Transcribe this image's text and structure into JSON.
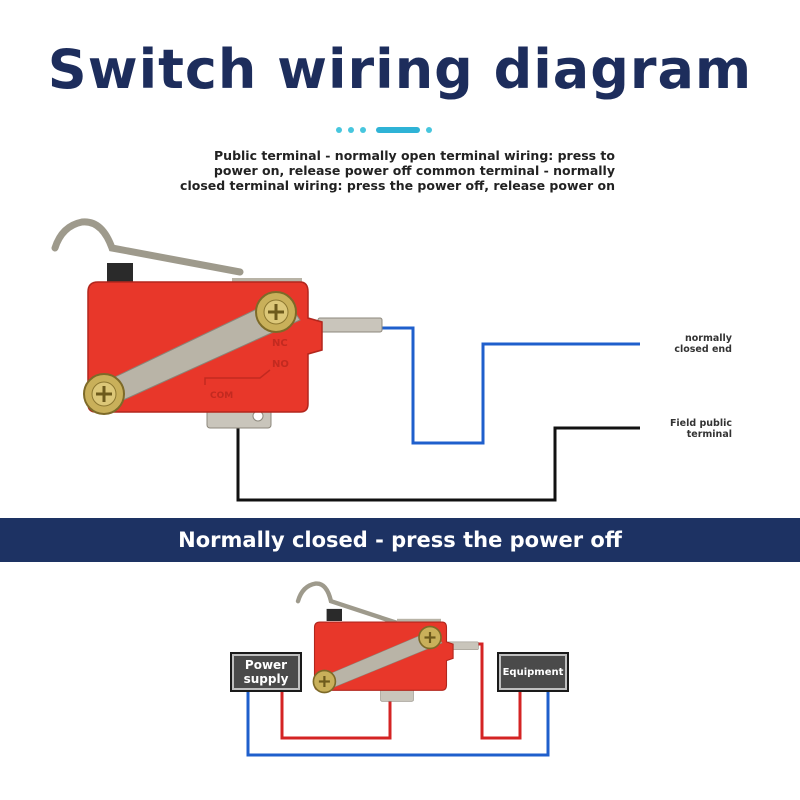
{
  "title": "Switch wiring diagram",
  "description": [
    "Public terminal - normally open terminal wiring: press to",
    "power on, release power off common terminal - normally",
    "closed terminal wiring: press the power off, release power on"
  ],
  "labels": {
    "normally_closed_end": [
      "normally",
      "closed end"
    ],
    "field_public_terminal": [
      "Field public",
      "terminal"
    ]
  },
  "switch_markings": {
    "nc": "NC",
    "no": "NO",
    "com": "COM"
  },
  "banner": "Normally closed - press the power off",
  "boxes": {
    "power_supply": [
      "Power",
      "supply"
    ],
    "equipment": "Equipment"
  },
  "colors": {
    "title": "#1d2d5c",
    "banner": "#1d3263",
    "switch_body": "#e8372a",
    "wire_blue": "#1f5fcc",
    "wire_black": "#111111",
    "wire_red": "#d42424"
  }
}
